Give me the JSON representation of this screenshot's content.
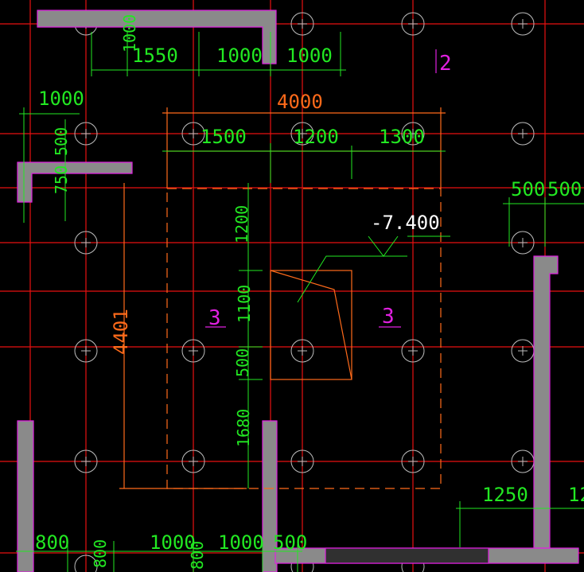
{
  "colors": {
    "background": "#000000",
    "axis": "#e81010",
    "dimension": "#22e822",
    "outline": "#ff6a1a",
    "wall_fill": "#8a8a8a",
    "wall_edge": "#e020e0",
    "pile": "#bdbdbd",
    "label": "#e020e0"
  },
  "dimensions": {
    "top_row": [
      "1000",
      "1550",
      "1000",
      "1000"
    ],
    "top_left": "1000",
    "overall_width": "4000",
    "sub_widths": [
      "1500",
      "1200",
      "1300"
    ],
    "left_col": [
      "500",
      "750"
    ],
    "right_pair": [
      "500",
      "500"
    ],
    "vertical_chain": [
      "1200",
      "1100",
      "500",
      "1680"
    ],
    "overall_height": "4401",
    "bottom_row": [
      "800",
      "1000",
      "1000",
      "500"
    ],
    "bottom_left_v": "800",
    "bottom_mid_v": "800",
    "right_bottom": [
      "1250",
      "12"
    ]
  },
  "elevation": "-7.400",
  "labels": {
    "axis_tag": "2",
    "section_left": "3",
    "section_right": "3"
  }
}
